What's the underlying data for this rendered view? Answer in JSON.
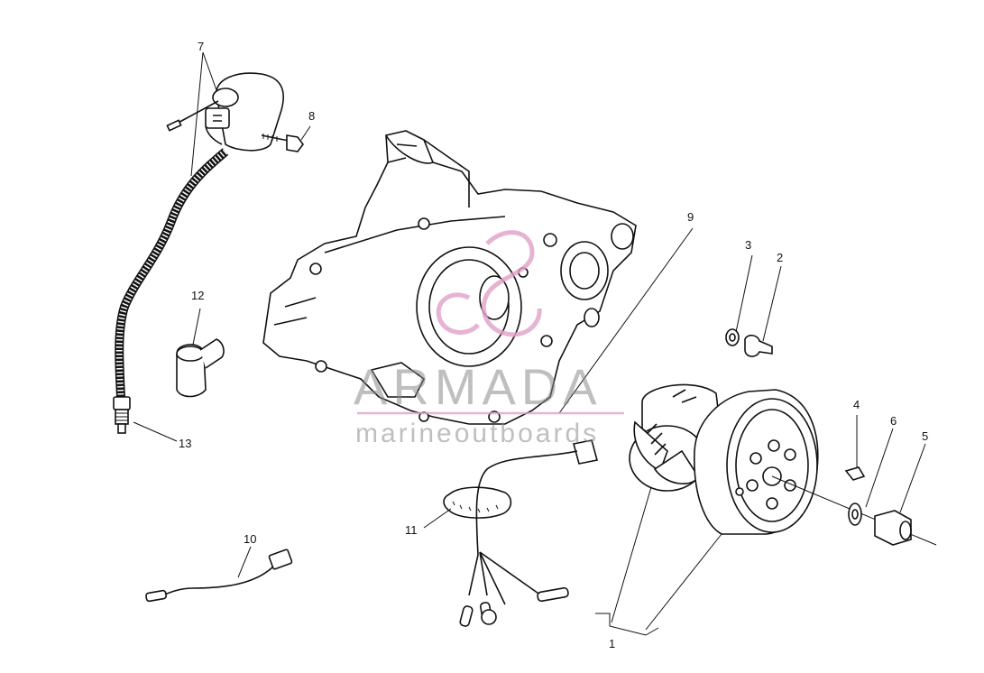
{
  "callouts": {
    "c1": "1",
    "c2": "2",
    "c3": "3",
    "c4": "4",
    "c5": "5",
    "c6": "6",
    "c7": "7",
    "c8": "8",
    "c9": "9",
    "c10": "10",
    "c11": "11",
    "c12": "12",
    "c13": "13"
  },
  "watermark": {
    "brand": "ARMADA",
    "tagline": "marineoutboards",
    "accent_color": "#e0a0c8"
  }
}
